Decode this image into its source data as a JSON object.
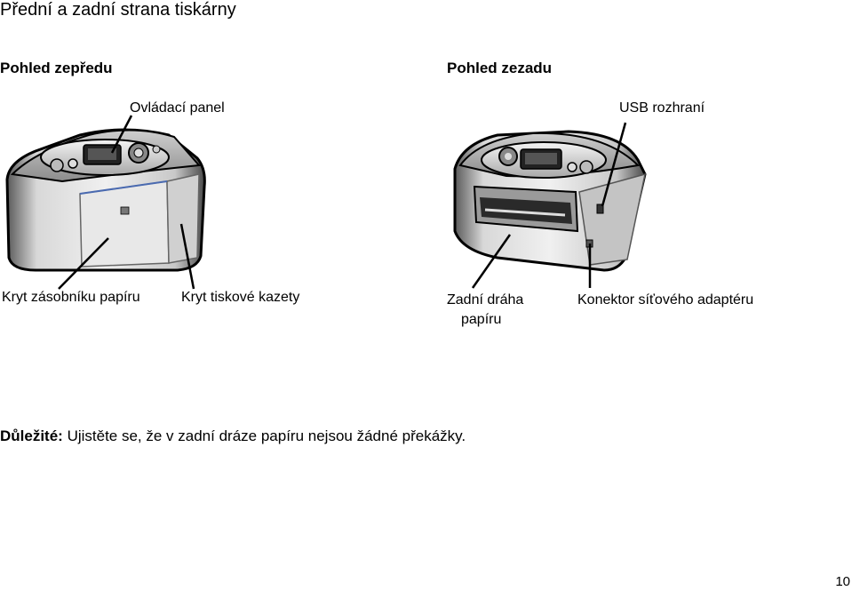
{
  "page_title": "Přední a zadní strana tiskárny",
  "front": {
    "heading": "Pohled zepředu",
    "label_control_panel": "Ovládací panel",
    "label_paper_tray": "Kryt zásobníku papíru",
    "label_cartridge": "Kryt tiskové kazety"
  },
  "rear": {
    "heading": "Pohled zezadu",
    "label_usb": "USB rozhraní",
    "label_paper_path_line1": "Zadní dráha",
    "label_paper_path_line2": "papíru",
    "label_power": "Konektor síťového adaptéru"
  },
  "note": {
    "bold": "Důležité:",
    "text": " Ujistěte se, že v zadní dráze papíru nejsou žádné překážky."
  },
  "page_number": "10"
}
